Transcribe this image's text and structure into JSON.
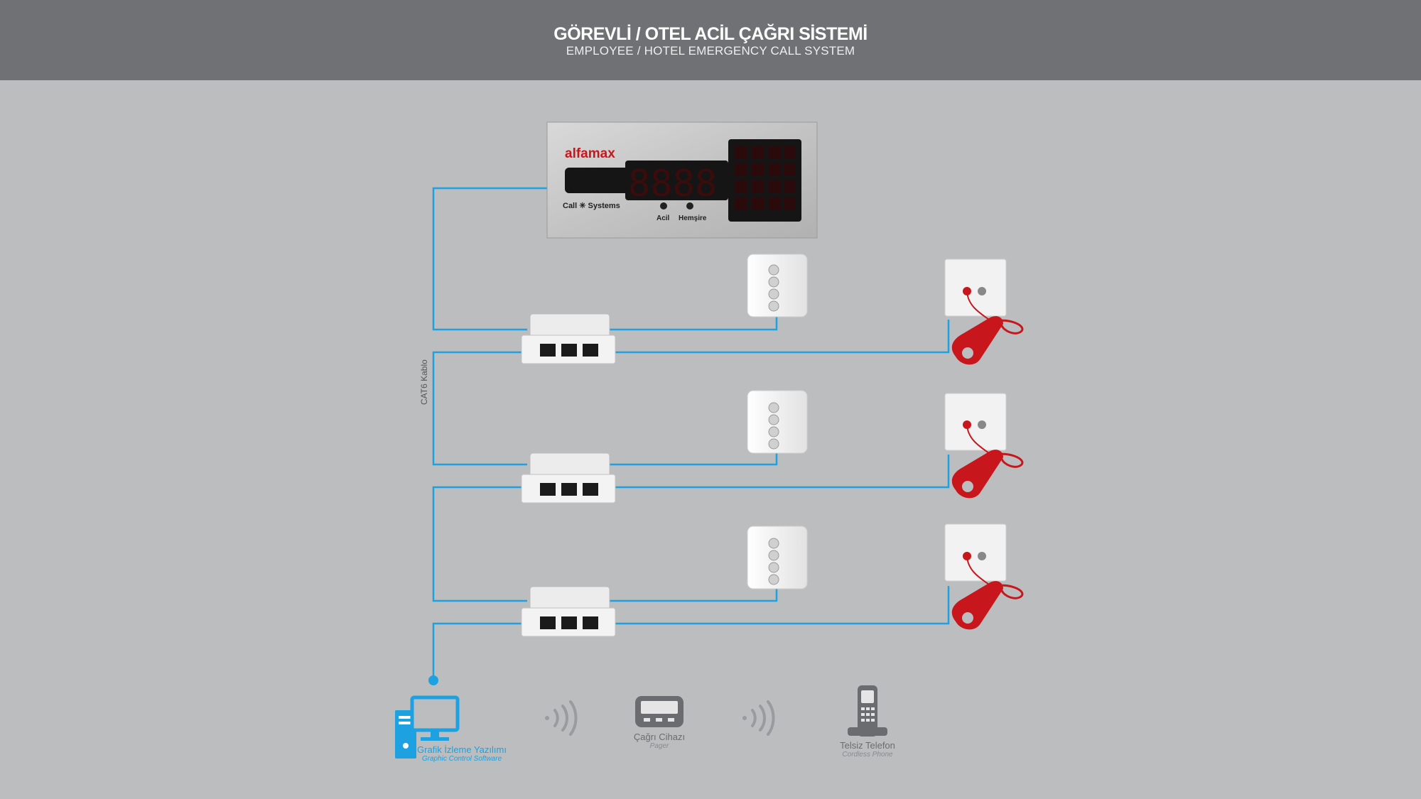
{
  "header": {
    "title_tr": "GÖREVLİ / OTEL ACİL ÇAĞRI SİSTEMİ",
    "title_en": "EMPLOYEE / HOTEL EMERGENCY CALL SYSTEM"
  },
  "panel": {
    "brand": "alfamax",
    "call_systems": "Call ✳ Systems",
    "digits": "8888",
    "btn_acil": "Acil",
    "btn_hemsire": "Hemşire"
  },
  "cable_label": "CAT6 Kablo",
  "devices": [
    {
      "main": "Grafik İzleme Yazılımı",
      "sub": "Graphic Control Software"
    },
    {
      "main": "Çağrı Cihazı",
      "sub": "Pager"
    },
    {
      "main": "Telsiz Telefon",
      "sub": "Cordless Phone"
    }
  ],
  "colors": {
    "header_bg": "#707175",
    "bg": "#bcbdbf",
    "cable": "#1da1e0",
    "pull_cord": "#c8161d",
    "panel_text": "#c8161d"
  }
}
